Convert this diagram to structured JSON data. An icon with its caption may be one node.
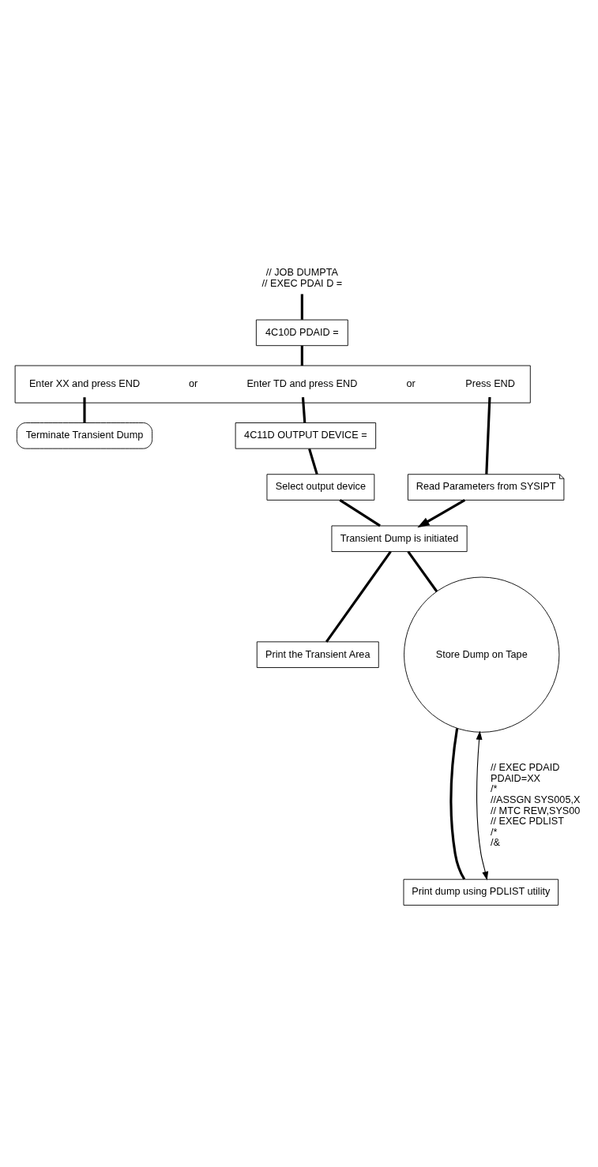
{
  "diagram": {
    "nodes": [
      {
        "text": [
          "// JOB DUMPTA",
          "// EXEC PDAI D ="
        ]
      },
      {
        "text": [
          "4C10D PDAID ="
        ]
      },
      {
        "text": [],
        "shape": "box"
      },
      {
        "text": [
          "Enter XX and press END"
        ],
        "in": 2
      },
      {
        "text": [
          "Enter TD and press END"
        ],
        "in": 2
      },
      {
        "text": [
          "Press END"
        ],
        "in": 2
      },
      {
        "text": [
          "4C11D OUTPUT DEVICE ="
        ]
      },
      {
        "text": [
          "Terminate Transient Dump"
        ]
      },
      {
        "text": [
          "Select output device"
        ]
      },
      {
        "text": [
          "Read Parameters from SYSIPT"
        ]
      },
      {
        "text": [
          "Transient Dump is initiated"
        ]
      },
      {
        "text": [
          "Print the Transient Area"
        ]
      },
      {
        "text": [
          "Store Dump on Tape"
        ]
      },
      {
        "text": [
          "Print dump using PDLIST utility"
        ]
      }
    ],
    "edges": [
      {
        "from": 0,
        "to": 1,
        "arrow": "none"
      },
      {
        "from": 1,
        "to": 2,
        "arrow": "none"
      },
      {
        "from": 3,
        "to": 7,
        "arrow": "none"
      },
      {
        "from": 4,
        "to": 6,
        "arrow": "none"
      },
      {
        "from": 5,
        "to": 9,
        "arrow": "none"
      },
      {
        "from": 6,
        "to": 8,
        "arrow": "none"
      },
      {
        "from": 8,
        "to": 10,
        "arrow": "none"
      },
      {
        "from": 9,
        "to": 10,
        "arrow": "to"
      },
      {
        "from": 10,
        "to": 11,
        "arrow": "none"
      },
      {
        "from": 10,
        "to": 12,
        "arrow": "none"
      },
      {
        "from": 12,
        "to": 13,
        "arrow": "none"
      },
      {
        "from": 12,
        "to": 13,
        "arrow": "both"
      }
    ],
    "labels": [
      "or",
      "or",
      "// EXEC PDAID",
      "PDAID=XX",
      "/*",
      "//ASSGN SYS005,X",
      "// MTC REW,SYS00",
      "// EXEC PDLIST",
      "/*",
      "/&"
    ]
  }
}
